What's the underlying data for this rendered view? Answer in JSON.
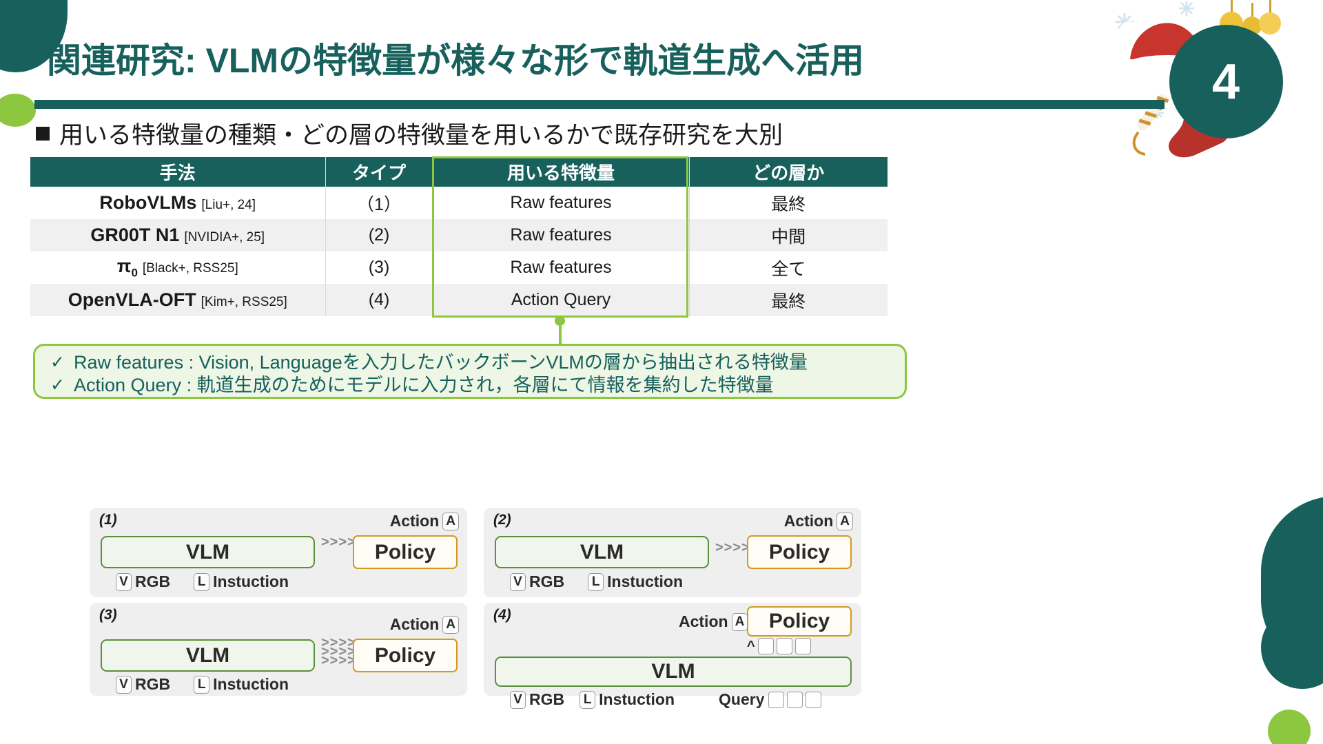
{
  "slide": {
    "title": "関連研究: VLMの特徴量が様々な形で軌道生成へ活用",
    "page_number": "4",
    "accent_dark": "#17605c",
    "accent_green": "#8dc63f",
    "bullet": "用いる特徴量の種類・どの層の特徴量を用いるかで既存研究を大別"
  },
  "table": {
    "headers": [
      "手法",
      "タイプ",
      "用いる特徴量",
      "どの層か"
    ],
    "rows": [
      {
        "method_name": "RoboVLMs",
        "method_cite": "[Liu+, 24]",
        "type": "（1）",
        "feature": "Raw features",
        "layer": "最終"
      },
      {
        "method_name": "GR00T N1",
        "method_cite": "[NVIDIA+, 25]",
        "type": "(2)",
        "feature": "Raw features",
        "layer": "中間"
      },
      {
        "method_name": "π0",
        "method_cite": "[Black+, RSS25]",
        "type": "(3)",
        "feature": "Raw features",
        "layer": "全て"
      },
      {
        "method_name": "OpenVLA-OFT",
        "method_cite": "[Kim+, RSS25]",
        "type": "(4)",
        "feature": "Action Query",
        "layer": "最終"
      }
    ]
  },
  "callout": {
    "check_icon": "check-icon",
    "lines": [
      "Raw features : Vision, Languageを入力したバックボーンVLMの層から抽出される特徴量",
      "Action Query : 軌道生成のためにモデルに入力され，各層にて情報を集約した特徴量"
    ]
  },
  "diagrams": [
    {
      "label": "(1)",
      "vlm": "VLM",
      "policy": "Policy",
      "action": "Action",
      "action_tag": "A",
      "arrows": ">>>>",
      "inputs": [
        {
          "tag": "V",
          "name": "RGB"
        },
        {
          "tag": "L",
          "name": "Instuction"
        }
      ]
    },
    {
      "label": "(2)",
      "vlm": "VLM",
      "policy": "Policy",
      "action": "Action",
      "action_tag": "A",
      "arrows": ">>>>",
      "inputs": [
        {
          "tag": "V",
          "name": "RGB"
        },
        {
          "tag": "L",
          "name": "Instuction"
        }
      ]
    },
    {
      "label": "(3)",
      "vlm": "VLM",
      "policy": "Policy",
      "action": "Action",
      "action_tag": "A",
      "arrows": ">>>>\n>>>>\n>>>>",
      "inputs": [
        {
          "tag": "V",
          "name": "RGB"
        },
        {
          "tag": "L",
          "name": "Instuction"
        }
      ]
    },
    {
      "label": "(4)",
      "vlm": "VLM",
      "policy": "Policy",
      "action": "Action",
      "action_tag": "A",
      "caret": "^",
      "query_label": "Query",
      "query_cells": 3,
      "inputs": [
        {
          "tag": "V",
          "name": "RGB"
        },
        {
          "tag": "L",
          "name": "Instuction"
        }
      ]
    }
  ]
}
